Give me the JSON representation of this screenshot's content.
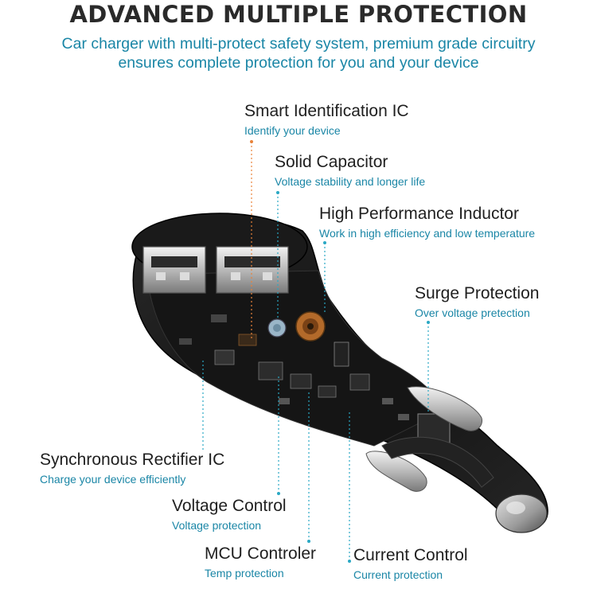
{
  "header": {
    "title": "ADVANCED MULTIPLE PROTECTION",
    "subtitle_line1": "Car charger with multi-protect safety system, premium grade circuitry",
    "subtitle_line2": "ensures complete protection for you and your device"
  },
  "features": [
    {
      "title": "Smart Identification IC",
      "desc": "Identify your device"
    },
    {
      "title": "Solid Capacitor",
      "desc": "Voltage stability and longer life"
    },
    {
      "title": "High Performance Inductor",
      "desc": "Work in high efficiency and low temperature"
    },
    {
      "title": "Surge Protection",
      "desc": "Over voltage pretection"
    },
    {
      "title": "Synchronous Rectifier IC",
      "desc": "Charge your device efficiently"
    },
    {
      "title": "Voltage Control",
      "desc": "Voltage protection"
    },
    {
      "title": "MCU Controler",
      "desc": "Temp protection"
    },
    {
      "title": "Current Control",
      "desc": "Current protection"
    }
  ],
  "colors": {
    "accent": "#1a86a6",
    "leader_orange": "#e8833a",
    "leader_teal": "#2aa8c4",
    "body": "#1c1c1c"
  }
}
